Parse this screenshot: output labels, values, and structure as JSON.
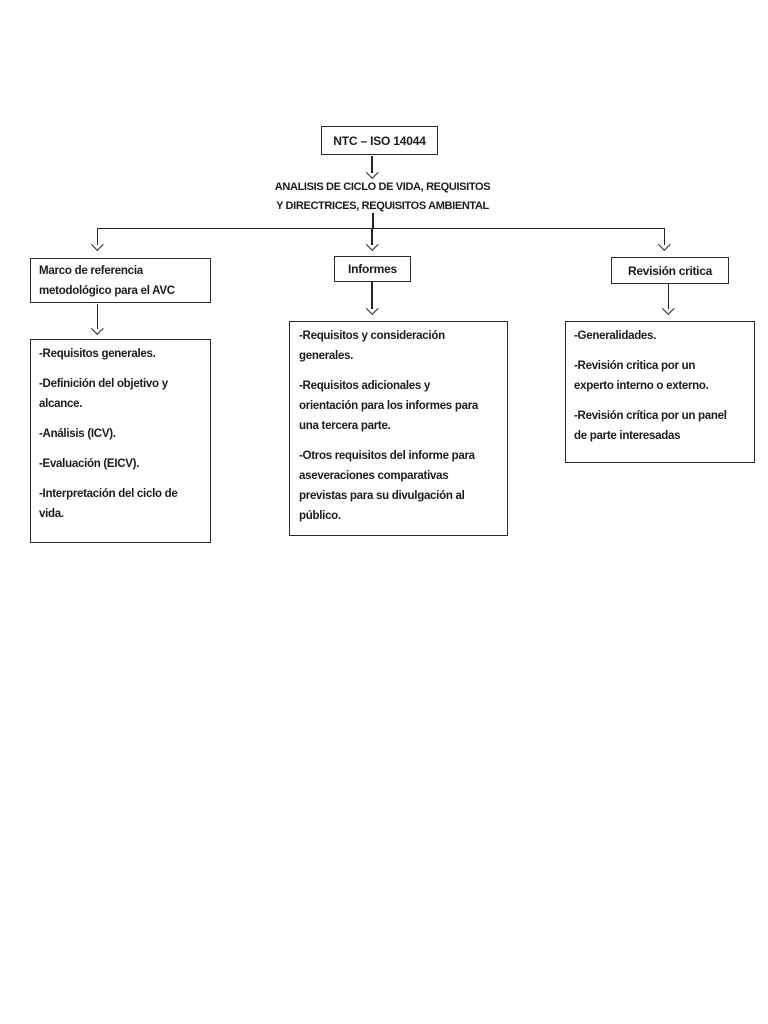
{
  "colors": {
    "page_bg": "#ffffff",
    "ink": "#262626",
    "text": "#1c1c1c"
  },
  "diagram": {
    "root_box": {
      "label": "NTC – ISO 14044"
    },
    "heading": {
      "lines": [
        "ANALISIS DE CICLO DE VIDA, REQUISITOS",
        "Y DIRECTRICES, REQUISITOS AMBIENTAL"
      ]
    },
    "branches": [
      {
        "id": "marco-de-referencia",
        "header_lines": [
          "Marco de referencia",
          "metodológico para el AVC"
        ],
        "details": [
          [
            "-Requisitos generales."
          ],
          [
            "-Definición del objetivo y",
            "alcance."
          ],
          [
            "-Análisis (ICV)."
          ],
          [
            "-Evaluación (EICV)."
          ],
          [
            "-Interpretación del ciclo de",
            "vida."
          ]
        ]
      },
      {
        "id": "informes",
        "header_lines": [
          "Informes"
        ],
        "details": [
          [
            "-Requisitos y consideración",
            "generales."
          ],
          [
            "-Requisitos adicionales y",
            "orientación para los informes para",
            "una tercera parte."
          ],
          [
            "-Otros requisitos del informe para",
            "aseveraciones comparativas",
            "previstas para su divulgación al",
            "público."
          ]
        ]
      },
      {
        "id": "revision-critica",
        "header_lines": [
          "Revisión critica"
        ],
        "details": [
          [
            "-Generalidades."
          ],
          [
            "-Revisión critica por un",
            "experto interno o externo."
          ],
          [
            "-Revisión crítica por un panel",
            "de parte interesadas"
          ]
        ]
      }
    ]
  }
}
